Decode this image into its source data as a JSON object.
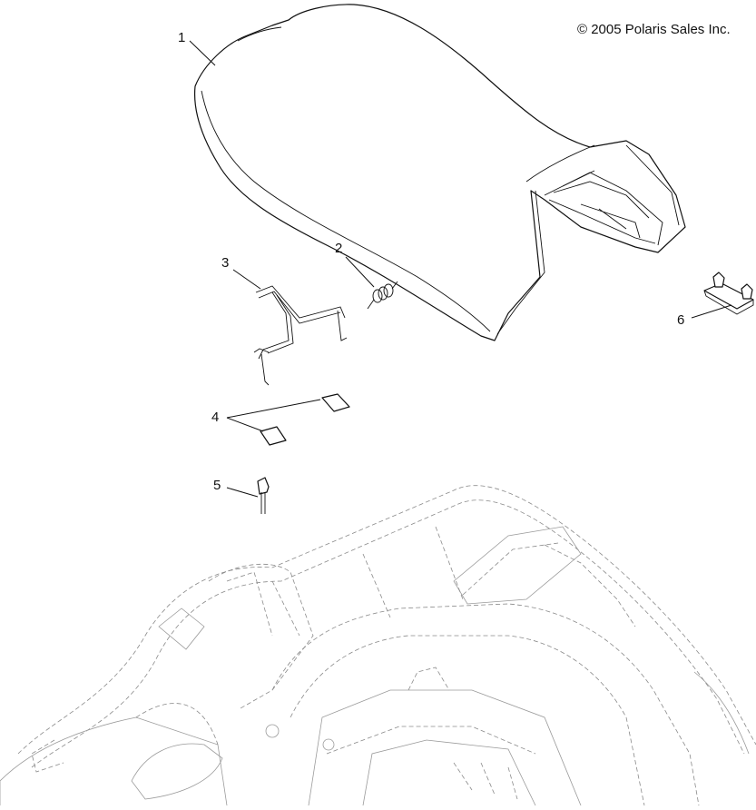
{
  "copyright": "© 2005 Polaris Sales Inc.",
  "callouts": [
    {
      "id": "seat",
      "label": "1"
    },
    {
      "id": "spring",
      "label": "2"
    },
    {
      "id": "latch-rod",
      "label": "3"
    },
    {
      "id": "pads",
      "label": "4"
    },
    {
      "id": "rivet",
      "label": "5"
    },
    {
      "id": "bumper",
      "label": "6"
    }
  ]
}
